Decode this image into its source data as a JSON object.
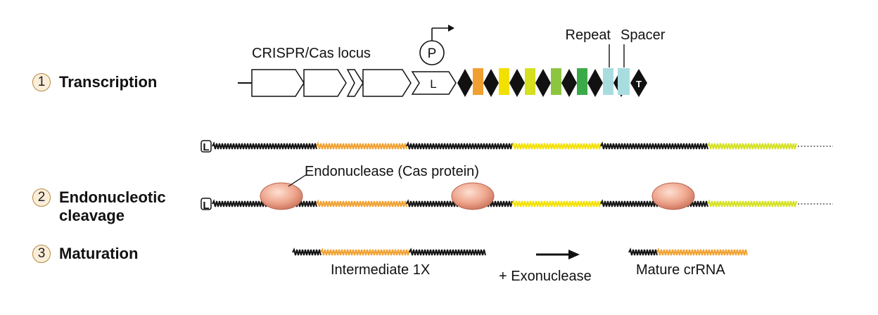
{
  "steps": [
    {
      "number": "1",
      "label": "Transcription"
    },
    {
      "number": "2",
      "label": "Endonucleotic\ncleavage"
    },
    {
      "number": "3",
      "label": "Maturation"
    }
  ],
  "labels": {
    "locus": "CRISPR/Cas locus",
    "promoter": "P",
    "leader": "L",
    "terminator": "T",
    "repeat": "Repeat",
    "spacer": "Spacer",
    "endonuclease": "Endonuclease (Cas protein)",
    "intermediate": "Intermediate 1X",
    "exonuclease": "+ Exonuclease",
    "mature": "Mature crRNA",
    "transcript_leader": "L"
  },
  "colors": {
    "repeat": "#111111",
    "spacers": [
      "#f0a030",
      "#f2e000",
      "#d4e020",
      "#8cc63f",
      "#3aaa48",
      "#a8dde0"
    ],
    "cas_protein": "#f0a890",
    "step_badge_border": "#b58a3c"
  }
}
